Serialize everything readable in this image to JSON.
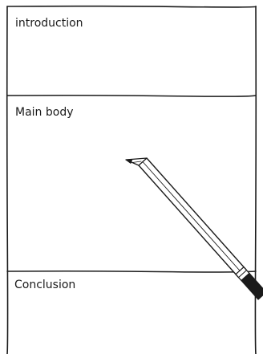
{
  "sections": [
    {
      "label": "introduction"
    },
    {
      "label": "Main body"
    },
    {
      "label": "Conclusion"
    }
  ],
  "colors": {
    "ink": "#1a1a1a",
    "paper": "#ffffff"
  },
  "icons": {
    "pencil": "pencil-icon"
  }
}
